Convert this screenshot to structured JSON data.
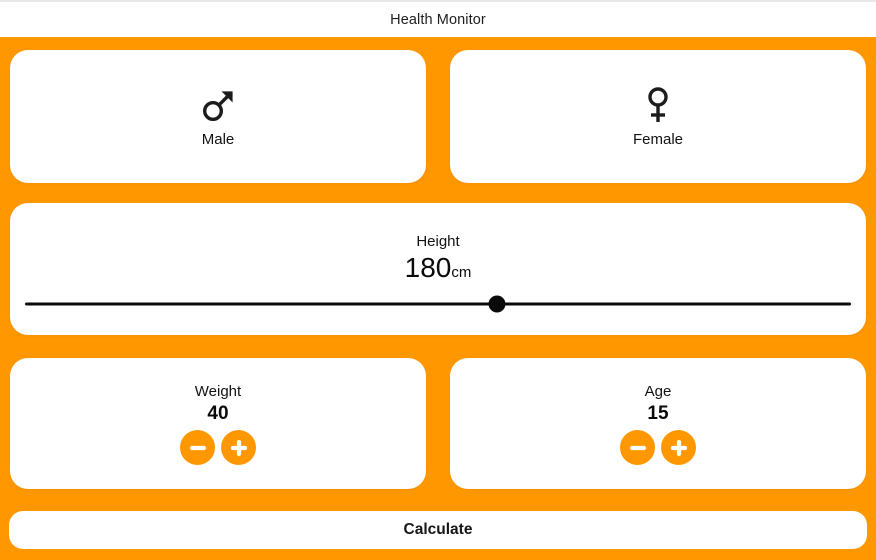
{
  "app": {
    "title": "Health Monitor"
  },
  "theme": {
    "accent_orange": "#FF9800",
    "card_background": "#FFFFFF",
    "text_color": "#0d0d0d",
    "slider_color": "#0a0a0a",
    "button_glyph_color": "#FFFFFF"
  },
  "gender_cards": [
    {
      "id": "male",
      "icon": "male-icon",
      "label": "Male"
    },
    {
      "id": "female",
      "icon": "female-icon",
      "label": "Female"
    }
  ],
  "height": {
    "label": "Height",
    "value": "180",
    "unit": "cm",
    "slider_percent": 57.1
  },
  "counters": [
    {
      "id": "weight",
      "label": "Weight",
      "value": "40",
      "minus_icon": "minus-icon",
      "plus_icon": "plus-icon"
    },
    {
      "id": "age",
      "label": "Age",
      "value": "15",
      "minus_icon": "minus-icon",
      "plus_icon": "plus-icon"
    }
  ],
  "calculate": {
    "label": "Calculate"
  }
}
